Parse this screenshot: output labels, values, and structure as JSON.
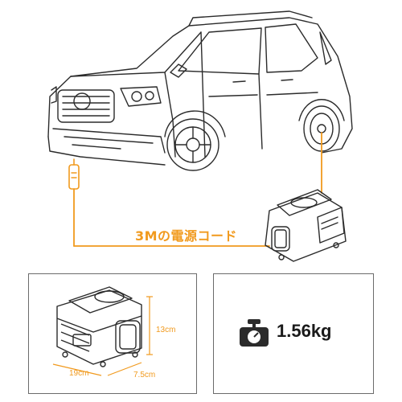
{
  "cable": {
    "label": "3Mの電源コード"
  },
  "dimensions": {
    "height": "13cm",
    "width": "19cm",
    "depth": "7.5cm"
  },
  "weight": {
    "value": "1.56kg",
    "icon": "scale-icon"
  },
  "colors": {
    "accent": "#f19a1e",
    "line": "#2b2b2b",
    "frame": "#6b6b6b"
  }
}
